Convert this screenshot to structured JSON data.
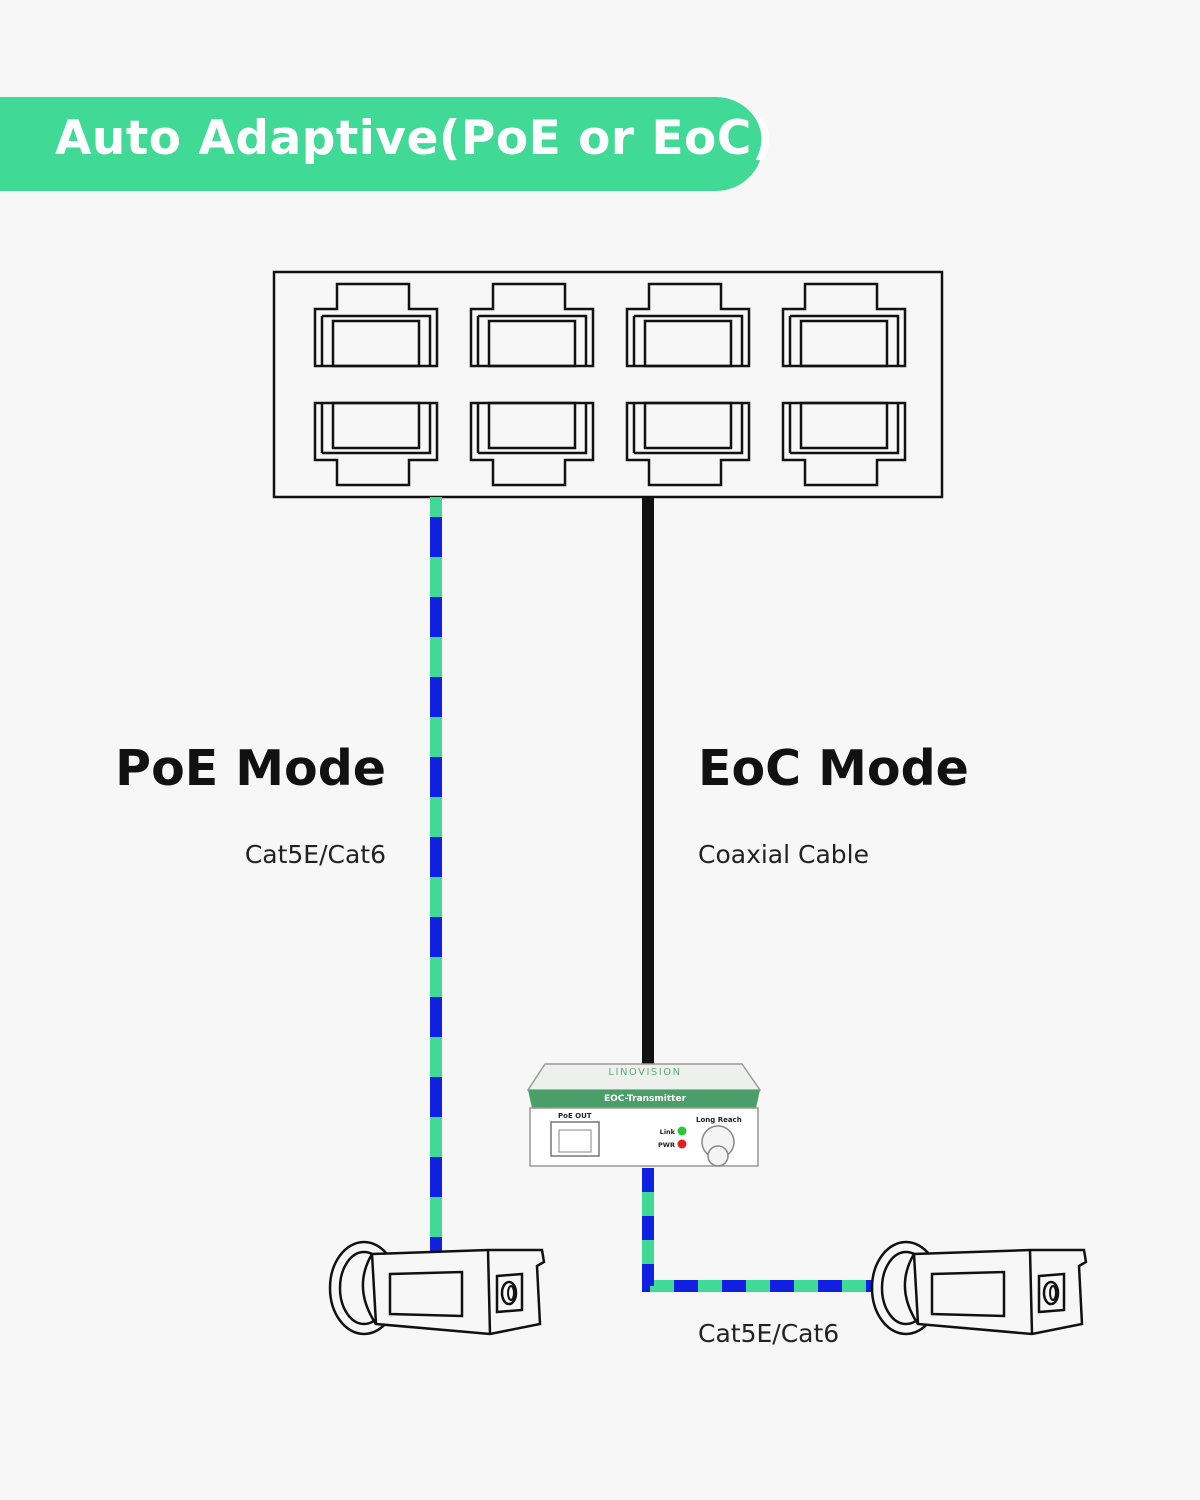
{
  "banner": {
    "title": "Auto Adaptive(PoE or EoC)",
    "color": "#41d996"
  },
  "switch": {
    "port_count": 8
  },
  "poe": {
    "title": "PoE Mode",
    "cable": "Cat5E/Cat6"
  },
  "eoc": {
    "title": "EoC Mode",
    "cable": "Coaxial Cable"
  },
  "transmitter": {
    "brand": "LINOVISION",
    "model": "EOC-Transmitter",
    "port_label": "PoE OUT",
    "coax_label": "Long Reach",
    "link_label": "Link",
    "pwr_label": "PWR",
    "link_led_color": "#2ec43a",
    "pwr_led_color": "#e02020"
  },
  "bottom_cable": "Cat5E/Cat6",
  "colors": {
    "cable_green": "#41d996",
    "cable_blue": "#1020e0",
    "coax_black": "#111111"
  }
}
